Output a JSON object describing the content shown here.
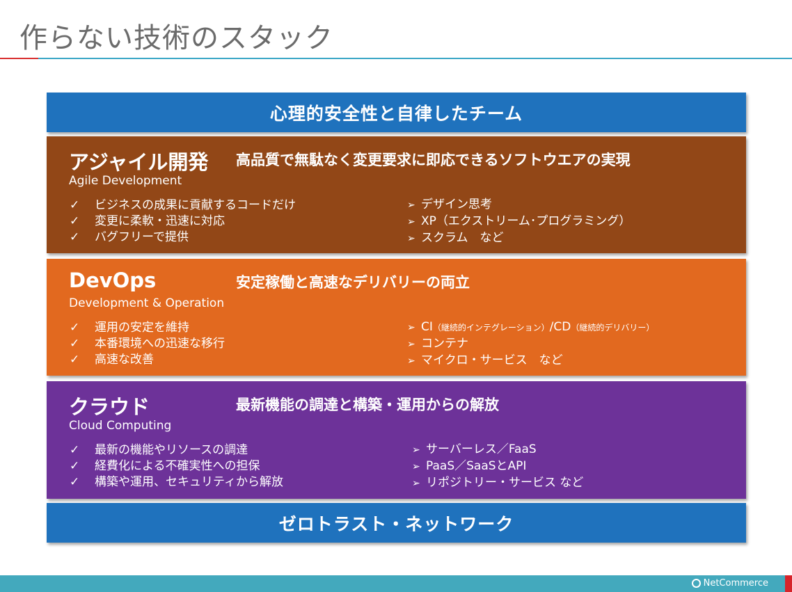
{
  "title": "作らない技術のスタック",
  "top_band": "心理的安全性と自律したチーム",
  "bottom_band": "ゼロトラスト・ネットワーク",
  "sections": {
    "agile": {
      "name": "アジャイル開発",
      "tagline": "高品質で無駄なく変更要求に即応できるソフトウエアの実現",
      "subtitle": "Agile Development",
      "left": [
        "ビジネスの成果に貢献するコードだけ",
        "変更に柔軟・迅速に対応",
        "バグフリーで提供"
      ],
      "right": [
        "デザイン思考",
        "XP（エクストリーム･プログラミング）",
        "スクラム　など"
      ]
    },
    "devops": {
      "name": "DevOps",
      "tagline": "安定稼働と高速なデリバリーの両立",
      "subtitle": "Development & Operation",
      "left": [
        "運用の安定を維持",
        "本番環境への迅速な移行",
        "高速な改善"
      ],
      "right_ci": {
        "a": "CI",
        "a_note": "（継続的インテグレーション）",
        "b": "/CD",
        "b_note": "（継続的デリバリー）"
      },
      "right": [
        "コンテナ",
        "マイクロ・サービス　など"
      ]
    },
    "cloud": {
      "name": "クラウド",
      "tagline": "最新機能の調達と構築・運用からの解放",
      "subtitle": "Cloud Computing",
      "left": [
        "最新の機能やリソースの調達",
        "経費化による不確実性への担保",
        "構築や運用、セキュリティから解放"
      ],
      "right": [
        "サーバーレス／FaaS",
        "PaaS／SaaSとAPI",
        "リポジトリー・サービス など"
      ]
    }
  },
  "symbols": {
    "check": "✓",
    "arrow": "➢"
  },
  "footer": {
    "logo": "NetCommerce"
  },
  "colors": {
    "blue": "#1f72bd",
    "agile": "#924717",
    "devops": "#e2691f",
    "cloud": "#6d3299",
    "footer": "#43a9bd"
  }
}
